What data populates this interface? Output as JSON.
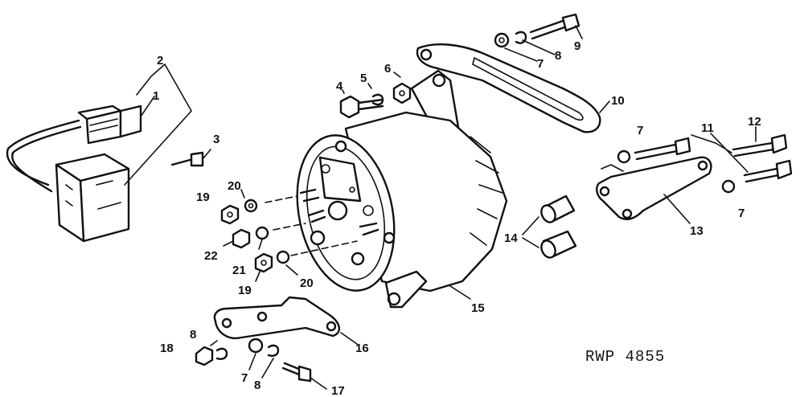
{
  "diagram": {
    "code": "RWP 4855",
    "callouts": [
      "1",
      "2",
      "3",
      "4",
      "5",
      "6",
      "7",
      "8",
      "9",
      "10",
      "7",
      "11",
      "12",
      "13",
      "7",
      "14",
      "15",
      "16",
      "17",
      "8",
      "7",
      "18",
      "8",
      "19",
      "20",
      "22",
      "21",
      "19",
      "20"
    ]
  }
}
